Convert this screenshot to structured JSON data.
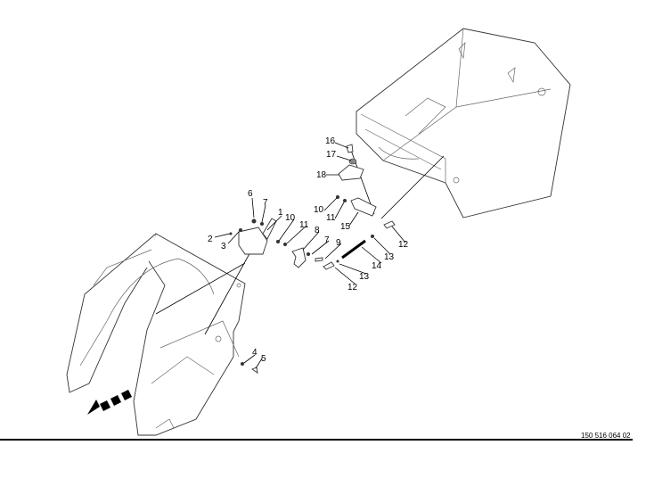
{
  "diagram": {
    "drawing_number": "150 516 064 02",
    "callouts": [
      "1",
      "2",
      "3",
      "4",
      "5",
      "6",
      "7",
      "7",
      "8",
      "9",
      "10",
      "10",
      "11",
      "11",
      "12",
      "12",
      "13",
      "13",
      "14",
      "15",
      "16",
      "17",
      "18"
    ]
  }
}
